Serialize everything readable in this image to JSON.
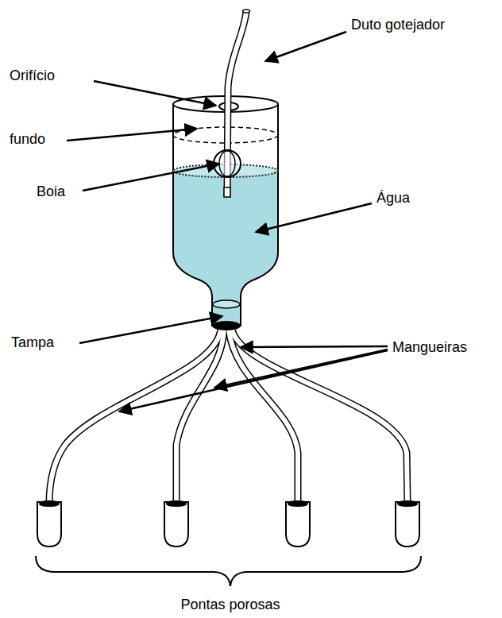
{
  "diagram": {
    "labels": [
      "Duto gotejador",
      "Orifício",
      "fundo",
      "Boia",
      "Água",
      "Tampa",
      "Mangueiras",
      "Pontas porosas"
    ]
  }
}
